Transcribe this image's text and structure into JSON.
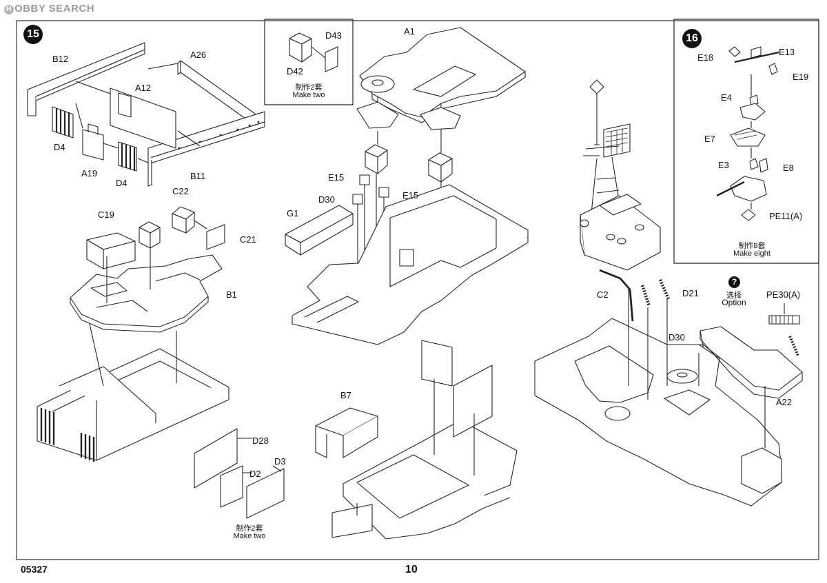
{
  "watermark": {
    "logo_letter": "H",
    "text": "OBBY SEARCH"
  },
  "steps": [
    {
      "number": "15"
    },
    {
      "number": "16"
    }
  ],
  "parts": {
    "step15_left": {
      "B12": "B12",
      "A26": "A26",
      "A12": "A12",
      "D4_a": "D4",
      "A19": "A19",
      "D4_b": "D4",
      "B11": "B11",
      "C22": "C22",
      "C19": "C19",
      "C21": "C21",
      "B1": "B1",
      "D28": "D28",
      "D2": "D2",
      "D3": "D3"
    },
    "inset_top": {
      "D43": "D43",
      "D42": "D42"
    },
    "step15_center": {
      "A1": "A1",
      "E15_a": "E15",
      "E15_b": "E15",
      "D30": "D30",
      "G1": "G1",
      "B7": "B7"
    },
    "step16_inset": {
      "E18": "E18",
      "E13": "E13",
      "E19": "E19",
      "E4": "E4",
      "E7": "E7",
      "E3": "E3",
      "E8": "E8",
      "PE11": "PE11(A)"
    },
    "step16_main": {
      "C2": "C2",
      "D21": "D21",
      "PE30": "PE30(A)",
      "D30": "D30",
      "A22": "A22"
    }
  },
  "notes": {
    "make_two_cn": "制作2套",
    "make_two_en": "Make two",
    "make_two_cn_b": "制作2套",
    "make_two_en_b": "Make two",
    "make_eight_cn": "制作8套",
    "make_eight_en": "Make eight",
    "option_icon": "?",
    "option_cn": "选择",
    "option_en": "Option"
  },
  "footer": {
    "product_code": "05327",
    "page_number": "10"
  }
}
